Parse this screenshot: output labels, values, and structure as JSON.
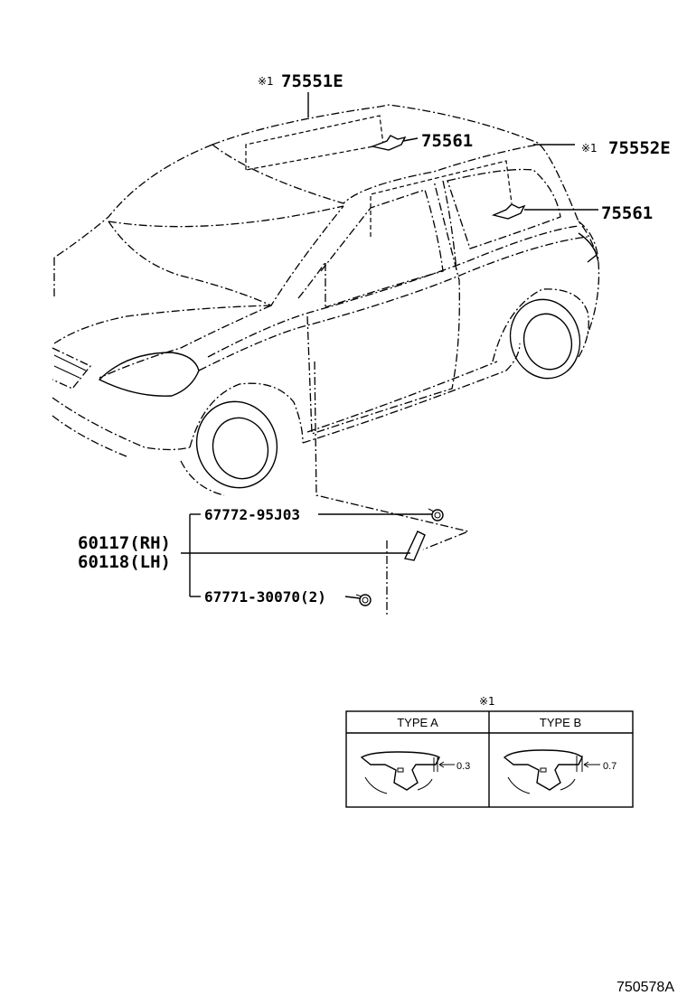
{
  "callouts": {
    "roof_left": {
      "mark": "※1",
      "part_no": "75551E"
    },
    "roof_emblem_front": {
      "part_no": "75561"
    },
    "roof_right": {
      "mark": "※1",
      "part_no": "75552E"
    },
    "roof_emblem_rear": {
      "part_no": "75561"
    },
    "mudguard_clip_upper": {
      "part_no": "67772-95J03"
    },
    "mudguard_rh": {
      "part_no": "60117(RH)"
    },
    "mudguard_lh": {
      "part_no": "60118(LH)"
    },
    "mudguard_clip_lower": {
      "part_no": "67771-30070(2)"
    }
  },
  "type_table": {
    "note_mark": "※1",
    "headers": [
      "TYPE A",
      "TYPE B"
    ],
    "dimensions": [
      "0.3",
      "0.7"
    ]
  },
  "figure_id": "750578A",
  "icons": {
    "car": "hatchback-car-outline",
    "clip": "push-clip-icon",
    "molding": "roof-molding-cross-section"
  }
}
